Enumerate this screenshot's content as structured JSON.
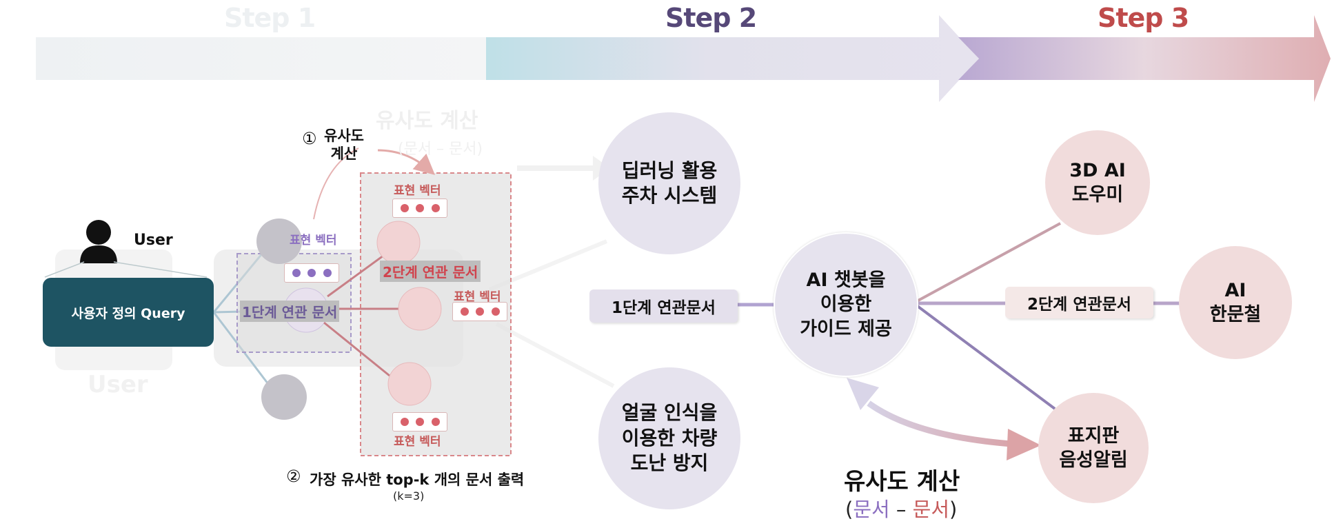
{
  "steps": [
    "Step 1",
    "Step 2",
    "Step 3"
  ],
  "colors": {
    "step1": "#edf0f2",
    "step2": "#564878",
    "step3": "#bf4b4b",
    "query_box": "#1e5463",
    "purple": "#8b6fc0",
    "red": "#d9616a"
  },
  "step1": {
    "user_label": "User",
    "user_ghost": "User",
    "query_box": "사용자 정의 Query",
    "similarity_marker": "①",
    "similarity_label": "유사도\n계산",
    "ghost_similarity": "유사도 계산",
    "ghost_similarity_sub": "(문서 – 문서)",
    "stage1_label": "1단계 연관 문서",
    "stage1_vector_label": "표현 벡터",
    "stage2_label": "2단계 연관 문서",
    "vector_label_top": "표현 벡터",
    "vector_label_mid": "표현 벡터",
    "vector_label_bottom": "표현 벡터",
    "output_marker": "②",
    "output_label": "가장 유사한 top-k 개의 문서 출력",
    "k_note": "(k=3)"
  },
  "step2": {
    "circle_top": "딥러닝 활용\n주차 시스템",
    "circle_bottom": "얼굴 인식을\n이용한 차량\n도난 방지",
    "center": "AI 챗봇을\n이용한\n가이드 제공",
    "stage1_pill": "1단계 연관문서",
    "similarity_title": "유사도 계산",
    "similarity_sub": {
      "open": "(",
      "doc1": "문서",
      "dash": " – ",
      "doc2": "문서",
      "close": ")"
    }
  },
  "step3": {
    "stage2_pill": "2단계 연관문서",
    "circle_top": "3D AI\n도우미",
    "circle_right": "AI\n한문철",
    "circle_bottom": "표지판\n음성알림"
  }
}
